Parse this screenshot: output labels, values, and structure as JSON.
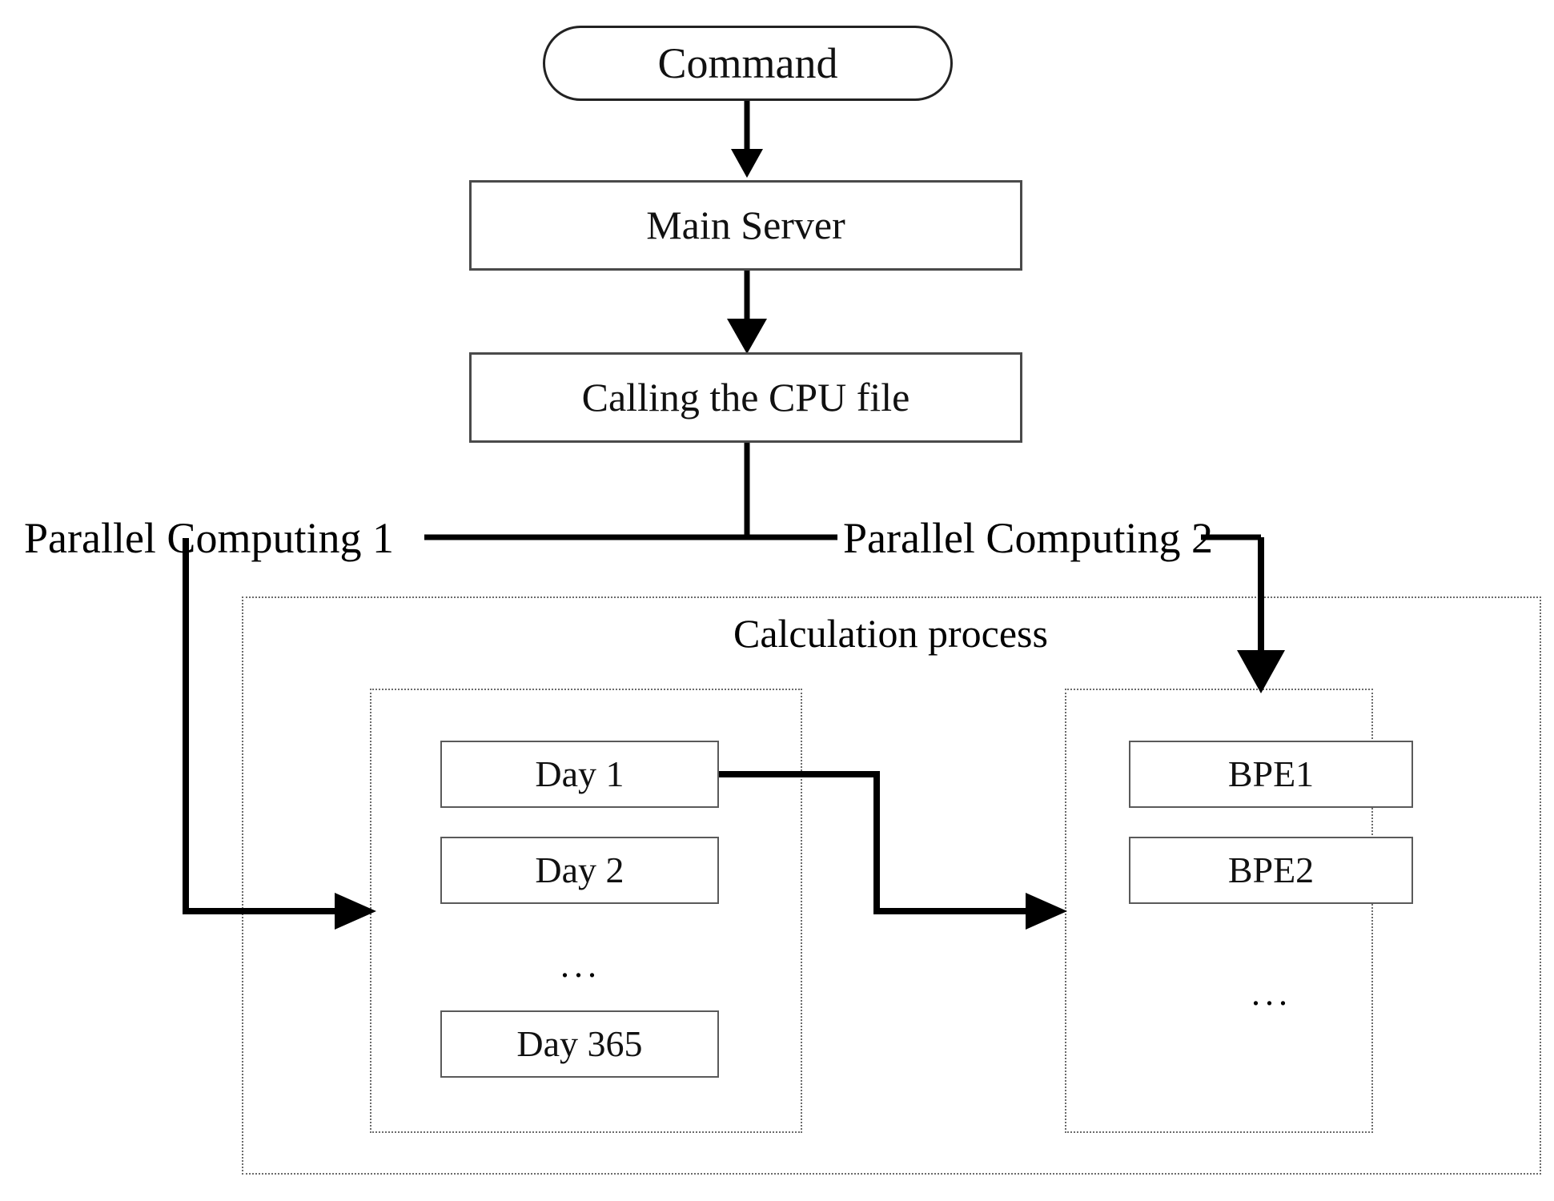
{
  "diagram": {
    "title_node": "Command",
    "nodes": {
      "command": "Command",
      "main_server": "Main Server",
      "calling_cpu": "Calling the CPU file"
    },
    "branch_labels": {
      "left": "Parallel Computing 1",
      "right": "Parallel Computing 2"
    },
    "container": {
      "label": "Calculation process"
    },
    "left_group": {
      "items": [
        "Day 1",
        "Day 2",
        "Day 365"
      ],
      "ellipsis": "..."
    },
    "right_group": {
      "items": [
        "BPE1",
        "BPE2"
      ],
      "ellipsis": "..."
    },
    "colors": {
      "stroke": "#000000",
      "box_border": "#4a4a4a",
      "dotted_border": "#6b6b6b",
      "background": "#ffffff"
    }
  },
  "chart_data": {
    "type": "table",
    "title": "Parallel computing workflow flowchart",
    "nodes": [
      {
        "id": "command",
        "label": "Command",
        "shape": "stadium"
      },
      {
        "id": "main_server",
        "label": "Main Server",
        "shape": "rect"
      },
      {
        "id": "calling_cpu",
        "label": "Calling the CPU file",
        "shape": "rect"
      },
      {
        "id": "calc_process",
        "label": "Calculation process",
        "shape": "dotted-container"
      },
      {
        "id": "day1",
        "label": "Day 1",
        "shape": "rect"
      },
      {
        "id": "day2",
        "label": "Day 2",
        "shape": "rect"
      },
      {
        "id": "day365",
        "label": "Day 365",
        "shape": "rect"
      },
      {
        "id": "bpe1",
        "label": "BPE1",
        "shape": "rect"
      },
      {
        "id": "bpe2",
        "label": "BPE2",
        "shape": "rect"
      }
    ],
    "edges": [
      {
        "from": "command",
        "to": "main_server",
        "label": ""
      },
      {
        "from": "main_server",
        "to": "calling_cpu",
        "label": ""
      },
      {
        "from": "calling_cpu",
        "to": "day_group",
        "label": "Parallel Computing 1"
      },
      {
        "from": "calling_cpu",
        "to": "bpe_group",
        "label": "Parallel Computing 2"
      },
      {
        "from": "day1",
        "to": "bpe_group",
        "label": ""
      }
    ]
  }
}
